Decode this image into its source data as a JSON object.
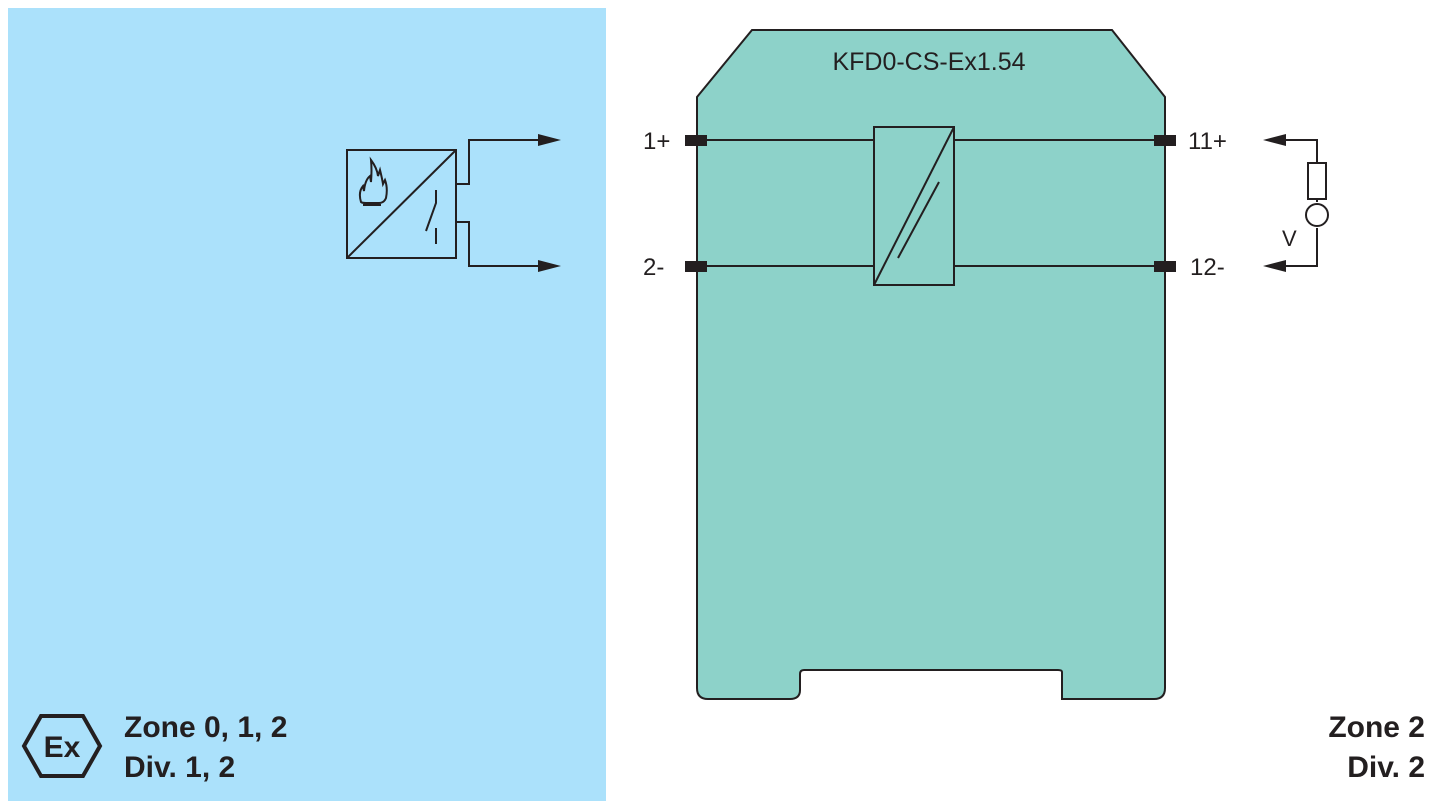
{
  "module": {
    "title": "KFD0-CS-Ex1.54"
  },
  "terminals": {
    "t1": "1+",
    "t2": "2-",
    "t11": "11+",
    "t12": "12-"
  },
  "load": {
    "voltage_label": "V"
  },
  "hazardous_area": {
    "logo_text": "Ex",
    "zone": "Zone 0, 1, 2",
    "div": "Div. 1, 2"
  },
  "safe_area": {
    "zone": "Zone 2",
    "div": "Div. 2"
  },
  "colors": {
    "hazardous_bg": "#abe1fb",
    "module_fill": "#8dd2c9",
    "line": "#231f20"
  }
}
